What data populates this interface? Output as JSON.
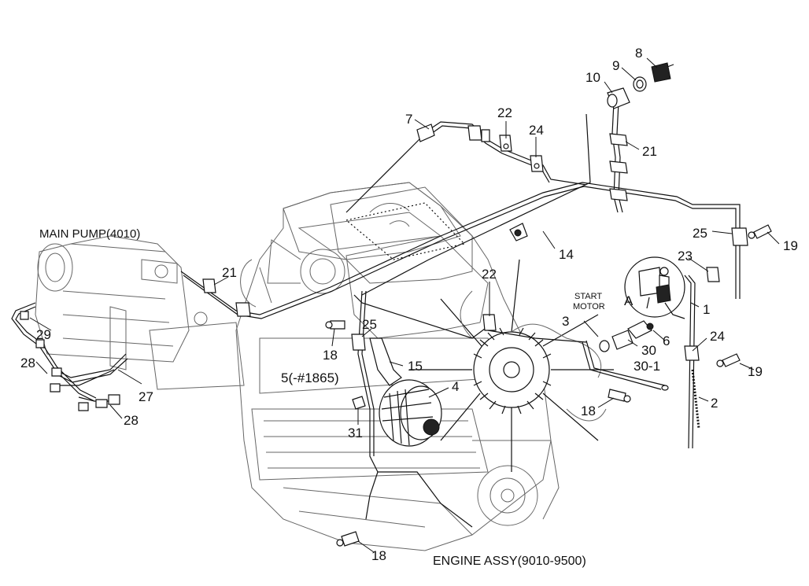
{
  "labels": {
    "main_pump": "MAIN PUMP(4010)",
    "engine_assy": "ENGINE ASSY(9010-9500)",
    "start": "START",
    "motor": "MOTOR",
    "detail_a": "A"
  },
  "callouts": [
    {
      "id": "c1",
      "text": "1"
    },
    {
      "id": "c2",
      "text": "2"
    },
    {
      "id": "c3",
      "text": "3"
    },
    {
      "id": "c4",
      "text": "4"
    },
    {
      "id": "c5",
      "text": "5(-#1865)"
    },
    {
      "id": "c6",
      "text": "6"
    },
    {
      "id": "c7",
      "text": "7"
    },
    {
      "id": "c8",
      "text": "8"
    },
    {
      "id": "c9",
      "text": "9"
    },
    {
      "id": "c10",
      "text": "10"
    },
    {
      "id": "c14",
      "text": "14"
    },
    {
      "id": "c15",
      "text": "15"
    },
    {
      "id": "c18a",
      "text": "18"
    },
    {
      "id": "c18b",
      "text": "18"
    },
    {
      "id": "c18c",
      "text": "18"
    },
    {
      "id": "c19a",
      "text": "19"
    },
    {
      "id": "c19b",
      "text": "19"
    },
    {
      "id": "c21a",
      "text": "21"
    },
    {
      "id": "c21b",
      "text": "21"
    },
    {
      "id": "c22a",
      "text": "22"
    },
    {
      "id": "c22b",
      "text": "22"
    },
    {
      "id": "c23",
      "text": "23"
    },
    {
      "id": "c24a",
      "text": "24"
    },
    {
      "id": "c24b",
      "text": "24"
    },
    {
      "id": "c25a",
      "text": "25"
    },
    {
      "id": "c25b",
      "text": "25"
    },
    {
      "id": "c27",
      "text": "27"
    },
    {
      "id": "c28a",
      "text": "28"
    },
    {
      "id": "c28b",
      "text": "28"
    },
    {
      "id": "c29",
      "text": "29"
    },
    {
      "id": "c30",
      "text": "30"
    },
    {
      "id": "c30_1",
      "text": "30-1"
    },
    {
      "id": "c31",
      "text": "31"
    }
  ]
}
